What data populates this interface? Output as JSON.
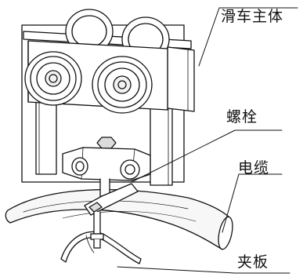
{
  "labels": {
    "trolley_body": "滑车主体",
    "bolt": "螺栓",
    "cable": "电缆",
    "clamp_plate": "夹板"
  },
  "colors": {
    "line": "#111111",
    "background": "#ffffff",
    "fill_light": "#f2f2f2",
    "fill_mid": "#dcdcdc"
  }
}
